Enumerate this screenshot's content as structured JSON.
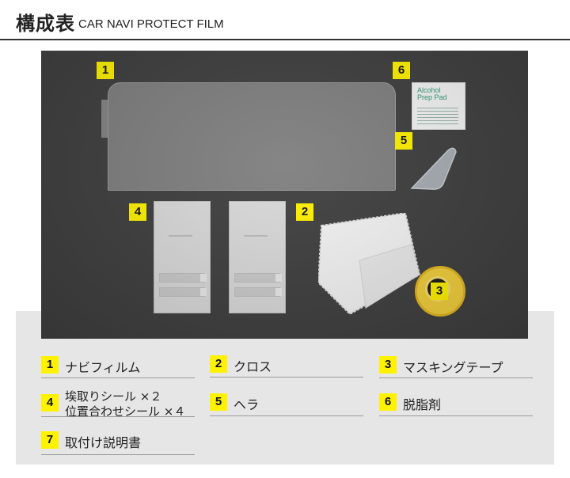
{
  "header": {
    "title": "構成表",
    "subtitle": "CAR NAVI PROTECT FILM"
  },
  "photo": {
    "badges": [
      "1",
      "6",
      "5",
      "4",
      "2",
      "3"
    ],
    "pad_text": [
      "Alcohol",
      "Prep Pad"
    ]
  },
  "legend": {
    "items": [
      {
        "number": "1",
        "lines": [
          "ナビフィルム"
        ]
      },
      {
        "number": "2",
        "lines": [
          "クロス"
        ]
      },
      {
        "number": "3",
        "lines": [
          "マスキングテープ"
        ]
      },
      {
        "number": "4",
        "lines": [
          "埃取りシール ×２",
          "位置合わせシール ×４"
        ]
      },
      {
        "number": "5",
        "lines": [
          "ヘラ"
        ]
      },
      {
        "number": "6",
        "lines": [
          "脱脂剤"
        ]
      },
      {
        "number": "7",
        "lines": [
          "取付け説明書"
        ]
      }
    ]
  },
  "colors": {
    "badge": "#fff200",
    "photo_bg": "#3f3f3f",
    "legend_panel": "#e6e6e6"
  }
}
